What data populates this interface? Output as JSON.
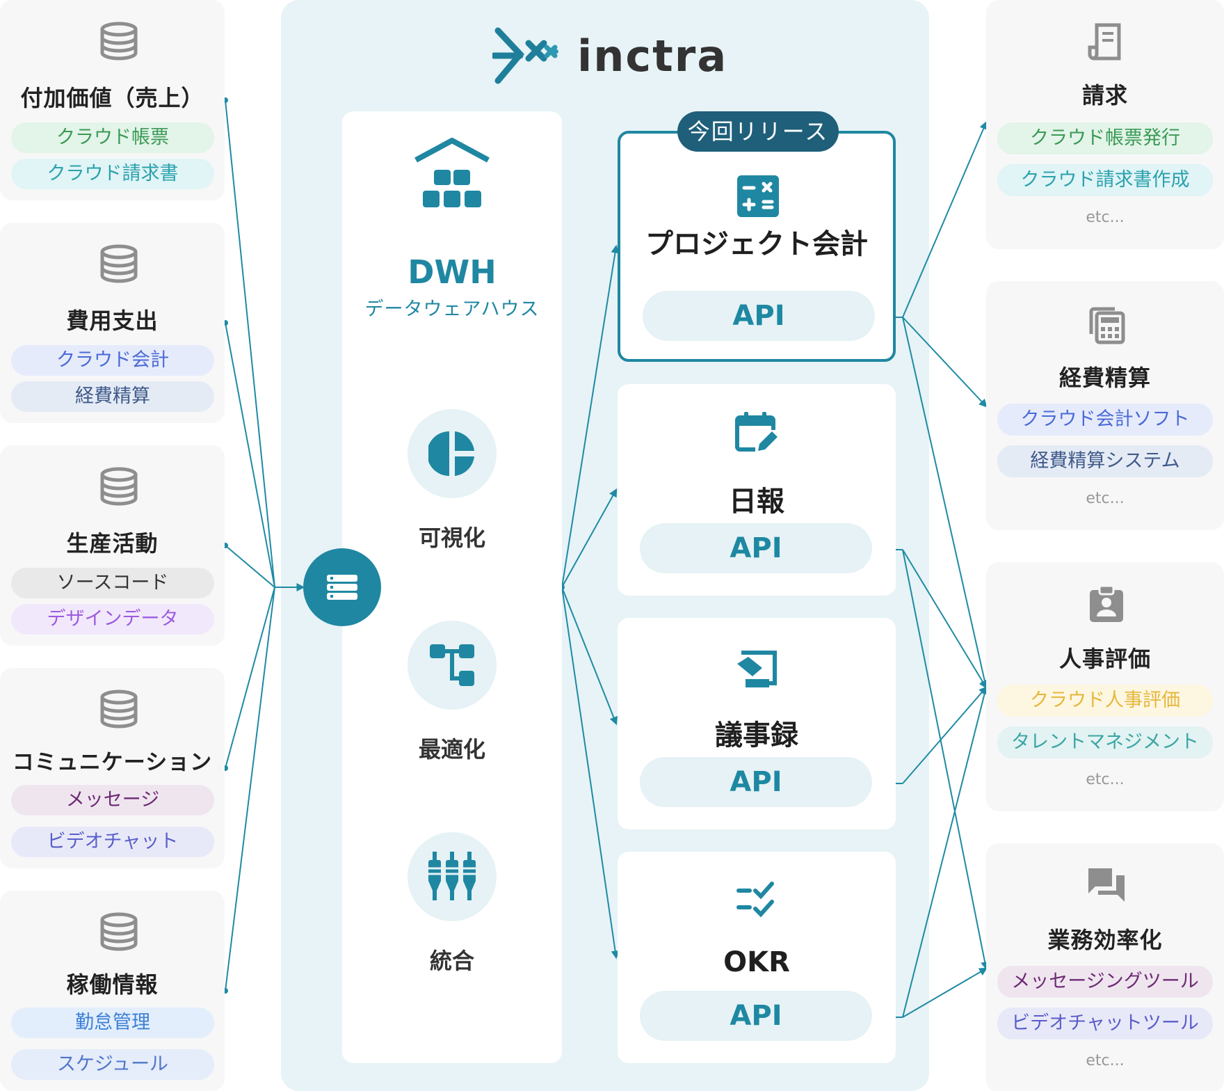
{
  "brand": {
    "name": "inctra"
  },
  "sources": [
    {
      "title": "付加価値（売上）",
      "tags": [
        {
          "label": "クラウド帳票",
          "bg": "#e3f4e8",
          "fg": "#3a9a56"
        },
        {
          "label": "クラウド請求書",
          "bg": "#e1f4f6",
          "fg": "#2aa2ad"
        }
      ]
    },
    {
      "title": "費用支出",
      "tags": [
        {
          "label": "クラウド会計",
          "bg": "#e6ebfb",
          "fg": "#4a6ad6"
        },
        {
          "label": "経費精算",
          "bg": "#e5ebf5",
          "fg": "#3f5a8a"
        }
      ]
    },
    {
      "title": "生産活動",
      "tags": [
        {
          "label": "ソースコード",
          "bg": "#e9e9e9",
          "fg": "#333333"
        },
        {
          "label": "デザインデータ",
          "bg": "#f2e8fb",
          "fg": "#9b5be0"
        }
      ]
    },
    {
      "title": "コミュニケーション",
      "tags": [
        {
          "label": "メッセージ",
          "bg": "#efe5ef",
          "fg": "#6d2a74"
        },
        {
          "label": "ビデオチャット",
          "bg": "#e8e9f8",
          "fg": "#5a5ec9"
        }
      ]
    },
    {
      "title": "稼働情報",
      "tags": [
        {
          "label": "勤怠管理",
          "bg": "#e3eefc",
          "fg": "#3b7fd6"
        },
        {
          "label": "スケジュール",
          "bg": "#e5ecfa",
          "fg": "#4f76c9"
        }
      ]
    }
  ],
  "dwh": {
    "title": "DWH",
    "subtitle": "データウェアハウス",
    "features": [
      "可視化",
      "最適化",
      "統合"
    ]
  },
  "release_badge": "今回リリース",
  "products": [
    {
      "title": "プロジェクト会計",
      "api": "API",
      "icon": "calculator-icon"
    },
    {
      "title": "日報",
      "api": "API",
      "icon": "calendar-edit-icon"
    },
    {
      "title": "議事録",
      "api": "API",
      "icon": "whiteboard-icon"
    },
    {
      "title": "OKR",
      "api": "API",
      "icon": "checklist-icon"
    }
  ],
  "targets": [
    {
      "title": "請求",
      "icon": "receipt-icon",
      "tags": [
        {
          "label": "クラウド帳票発行",
          "bg": "#e3f4e8",
          "fg": "#3a9a56"
        },
        {
          "label": "クラウド請求書作成",
          "bg": "#e1f4f6",
          "fg": "#2aa2ad"
        }
      ],
      "etc": "etc..."
    },
    {
      "title": "経費精算",
      "icon": "calculator-icon",
      "tags": [
        {
          "label": "クラウド会計ソフト",
          "bg": "#e6ebfb",
          "fg": "#4a6ad6"
        },
        {
          "label": "経費精算システム",
          "bg": "#e5ebf5",
          "fg": "#3f5a8a"
        }
      ],
      "etc": "etc..."
    },
    {
      "title": "人事評価",
      "icon": "badge-icon",
      "tags": [
        {
          "label": "クラウド人事評価",
          "bg": "#fdf6e0",
          "fg": "#e5b73b"
        },
        {
          "label": "タレントマネジメント",
          "bg": "#e3f2f2",
          "fg": "#3aa5a5"
        }
      ],
      "etc": "etc..."
    },
    {
      "title": "業務効率化",
      "icon": "chat-icon",
      "tags": [
        {
          "label": "メッセージングツール",
          "bg": "#efe5ef",
          "fg": "#6d2a74"
        },
        {
          "label": "ビデオチャットツール",
          "bg": "#e8e9f8",
          "fg": "#5a5ec9"
        }
      ],
      "etc": "etc..."
    }
  ],
  "colors": {
    "accent": "#1f87a2",
    "dark": "#1f5f7a",
    "line": "#1e8aa4"
  }
}
